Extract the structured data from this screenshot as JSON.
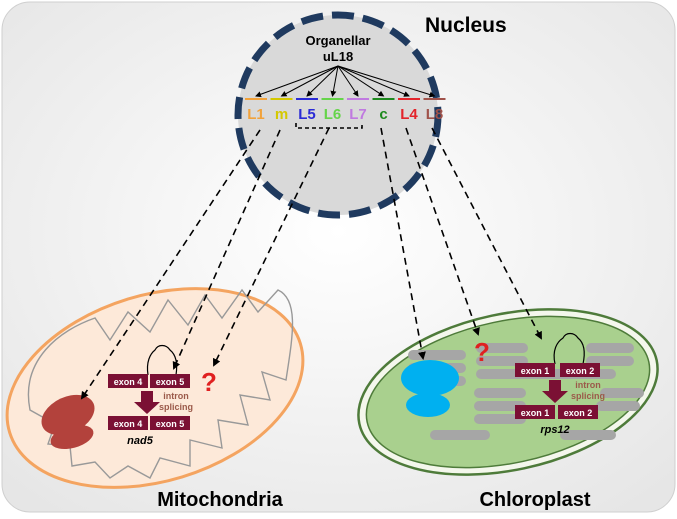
{
  "nucleus": {
    "title": "Nucleus",
    "protein_line1": "Organellar",
    "protein_line2": "uL18",
    "paralogs": [
      {
        "label": "L1",
        "color": "#f2a23a"
      },
      {
        "label": "m",
        "color": "#d4c800"
      },
      {
        "label": "L5",
        "color": "#2b2bd6"
      },
      {
        "label": "L6",
        "color": "#66d44a"
      },
      {
        "label": "L7",
        "color": "#c07ae0"
      },
      {
        "label": "c",
        "color": "#1e8a1e"
      },
      {
        "label": "L4",
        "color": "#e3242b"
      },
      {
        "label": "L8",
        "color": "#a0524a"
      }
    ]
  },
  "mitochondria": {
    "title": "Mitochondria",
    "exon_a": "exon 4",
    "exon_b": "exon 5",
    "splicing_line1": "intron",
    "splicing_line2": "splicing",
    "gene": "nad5",
    "question": "?"
  },
  "chloroplast": {
    "title": "Chloroplast",
    "exon_a": "exon 1",
    "exon_b": "exon 2",
    "splicing_line1": "intron",
    "splicing_line2": "splicing",
    "gene": "rps12",
    "question": "?"
  },
  "colors": {
    "background": "#f2f2f2",
    "nucleus_fill": "#d9d9d9",
    "nucleus_border": "#17365d",
    "mito_fill": "#fde9d9",
    "mito_border": "#f4a460",
    "chloro_fill": "#a9d08e",
    "exon": "#7b1034",
    "question": "#e02020",
    "ribosome": "#00b0f0"
  }
}
